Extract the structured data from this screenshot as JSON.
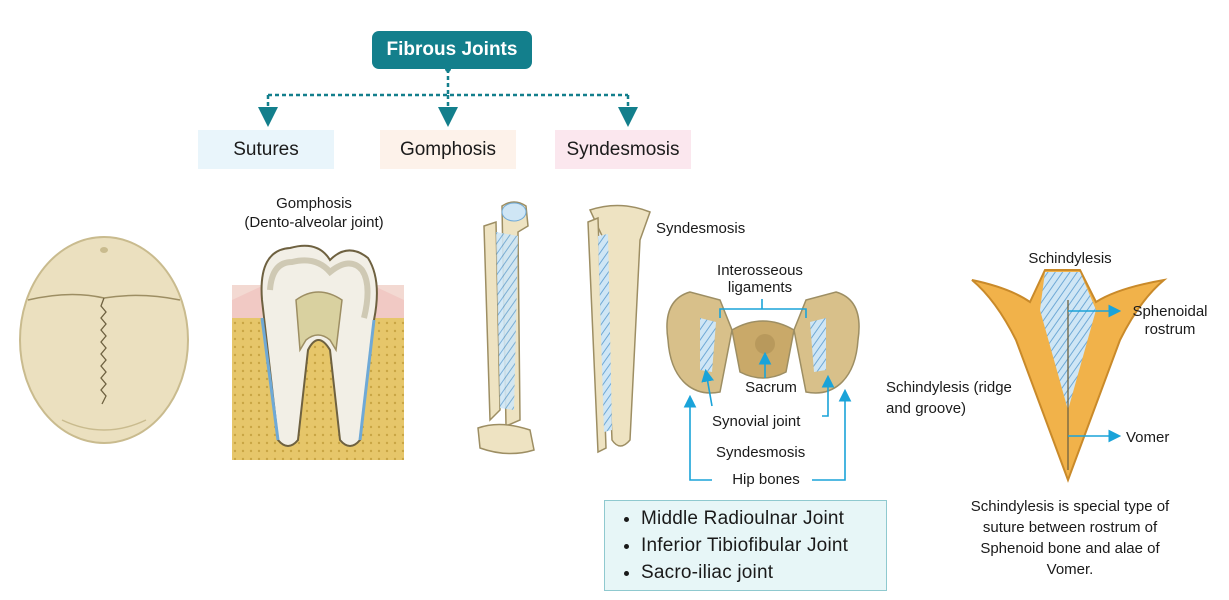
{
  "root": {
    "title": "Fibrous Joints"
  },
  "categories": [
    {
      "label": "Sutures",
      "color": "#e9f5fb"
    },
    {
      "label": "Gomphosis",
      "color": "#fdf2ea"
    },
    {
      "label": "Syndesmosis",
      "color": "#fbe7ee"
    }
  ],
  "gomphosis": {
    "title_line1": "Gomphosis",
    "title_line2": "(Dento-alveolar joint)"
  },
  "syndesmosis": {
    "title": "Syndesmosis",
    "interosseous_line1": "Interosseous",
    "interosseous_line2": "ligaments",
    "sacrum": "Sacrum",
    "synovial_joint": "Synovial joint",
    "syndesmosis_label": "Syndesmosis",
    "hip_bones": "Hip bones"
  },
  "examples": [
    "Middle Radioulnar Joint",
    "Inferior Tibiofibular Joint",
    "Sacro-iliac joint"
  ],
  "schindylesis": {
    "title": "Schindylesis",
    "sphenoidal_line1": "Sphenoidal",
    "sphenoidal_line2": "rostrum",
    "ridge_line1": "Schindylesis (ridge",
    "ridge_line2": "and groove)",
    "vomer": "Vomer",
    "caption_line1": "Schindylesis is special type of",
    "caption_line2": "suture between rostrum of",
    "caption_line3": "Sphenoid bone and alae of",
    "caption_line4": "Vomer."
  },
  "colors": {
    "teal": "#137f8c",
    "arrow_blue": "#1aa3d9",
    "bone": "#eee3c2",
    "ligament": "#8cc3e6",
    "gum": "#f1c9c4",
    "alveolar": "#e8c96a"
  }
}
